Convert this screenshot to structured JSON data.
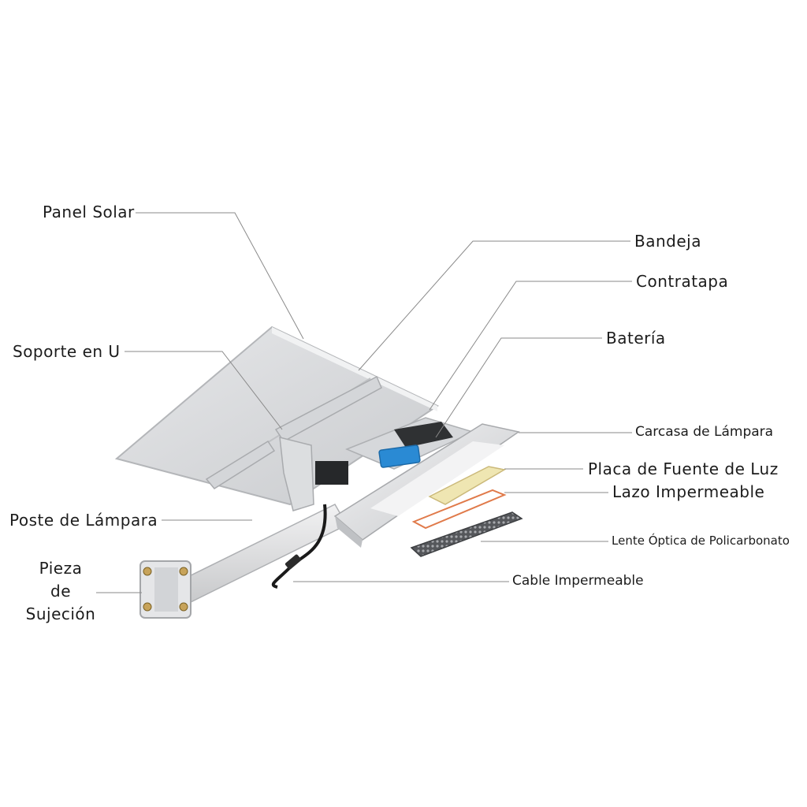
{
  "diagram": {
    "labels": {
      "panel_solar": "Panel Solar",
      "bandeja": "Bandeja",
      "contratapa": "Contratapa",
      "bateria": "Batería",
      "soporte_en_u": "Soporte en U",
      "carcasa_de_lampara": "Carcasa de Lámpara",
      "placa_fuente_luz": "Placa de Fuente de Luz",
      "lazo_impermeable": "Lazo Impermeable",
      "poste_de_lampara": "Poste de Lámpara",
      "lente_optica": "Lente Óptica de Policarbonato",
      "pieza_de_sujecion": [
        "Pieza",
        "de",
        "Sujeción"
      ],
      "cable_impermeable": "Cable Impermeable"
    },
    "colors": {
      "text": "#1c1c1c",
      "leader_line": "#8a8a8a",
      "panel_face": "#d9dadc",
      "frame": "#c4c6c9",
      "pole": "#e4e5e6",
      "battery_blue": "#2a8ad4",
      "cable": "#1a1a1a",
      "lamp_body": "#e2e3e5",
      "light_plate": "#efe6b2",
      "gasket": "#e07a4a",
      "lens": "#6e6e72"
    }
  }
}
